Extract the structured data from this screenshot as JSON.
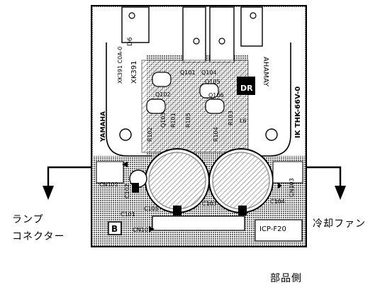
{
  "labels": {
    "left_line1": "ランプ",
    "left_line2": "コネクター",
    "right": "冷却ファン",
    "bottom": "部品側"
  },
  "board": {
    "brand": "YAMAHA",
    "part_no": "XK391",
    "part_code": "XK391 C0A-0",
    "rev": "D6",
    "mirror_text": "AHAMAY",
    "right_vertical": "IK THK-66V-0",
    "dr_tag": "DR",
    "b_tag": "B",
    "icp": "ICP-F20",
    "components": {
      "Q101": "Q101",
      "Q102": "Q102",
      "Q103": "Q103",
      "Q104": "Q104",
      "Q105": "Q105",
      "Q106": "Q106",
      "R101": "R101",
      "R102": "R102",
      "R103": "R103",
      "R104": "R104",
      "R105": "R105",
      "L6": "L6",
      "C101": "C101",
      "C102": "C102",
      "C103": "C103",
      "C104": "C104",
      "C105": "C105",
      "CN101": "CN101",
      "CN102": "CN102",
      "CN103": "CN103"
    }
  }
}
